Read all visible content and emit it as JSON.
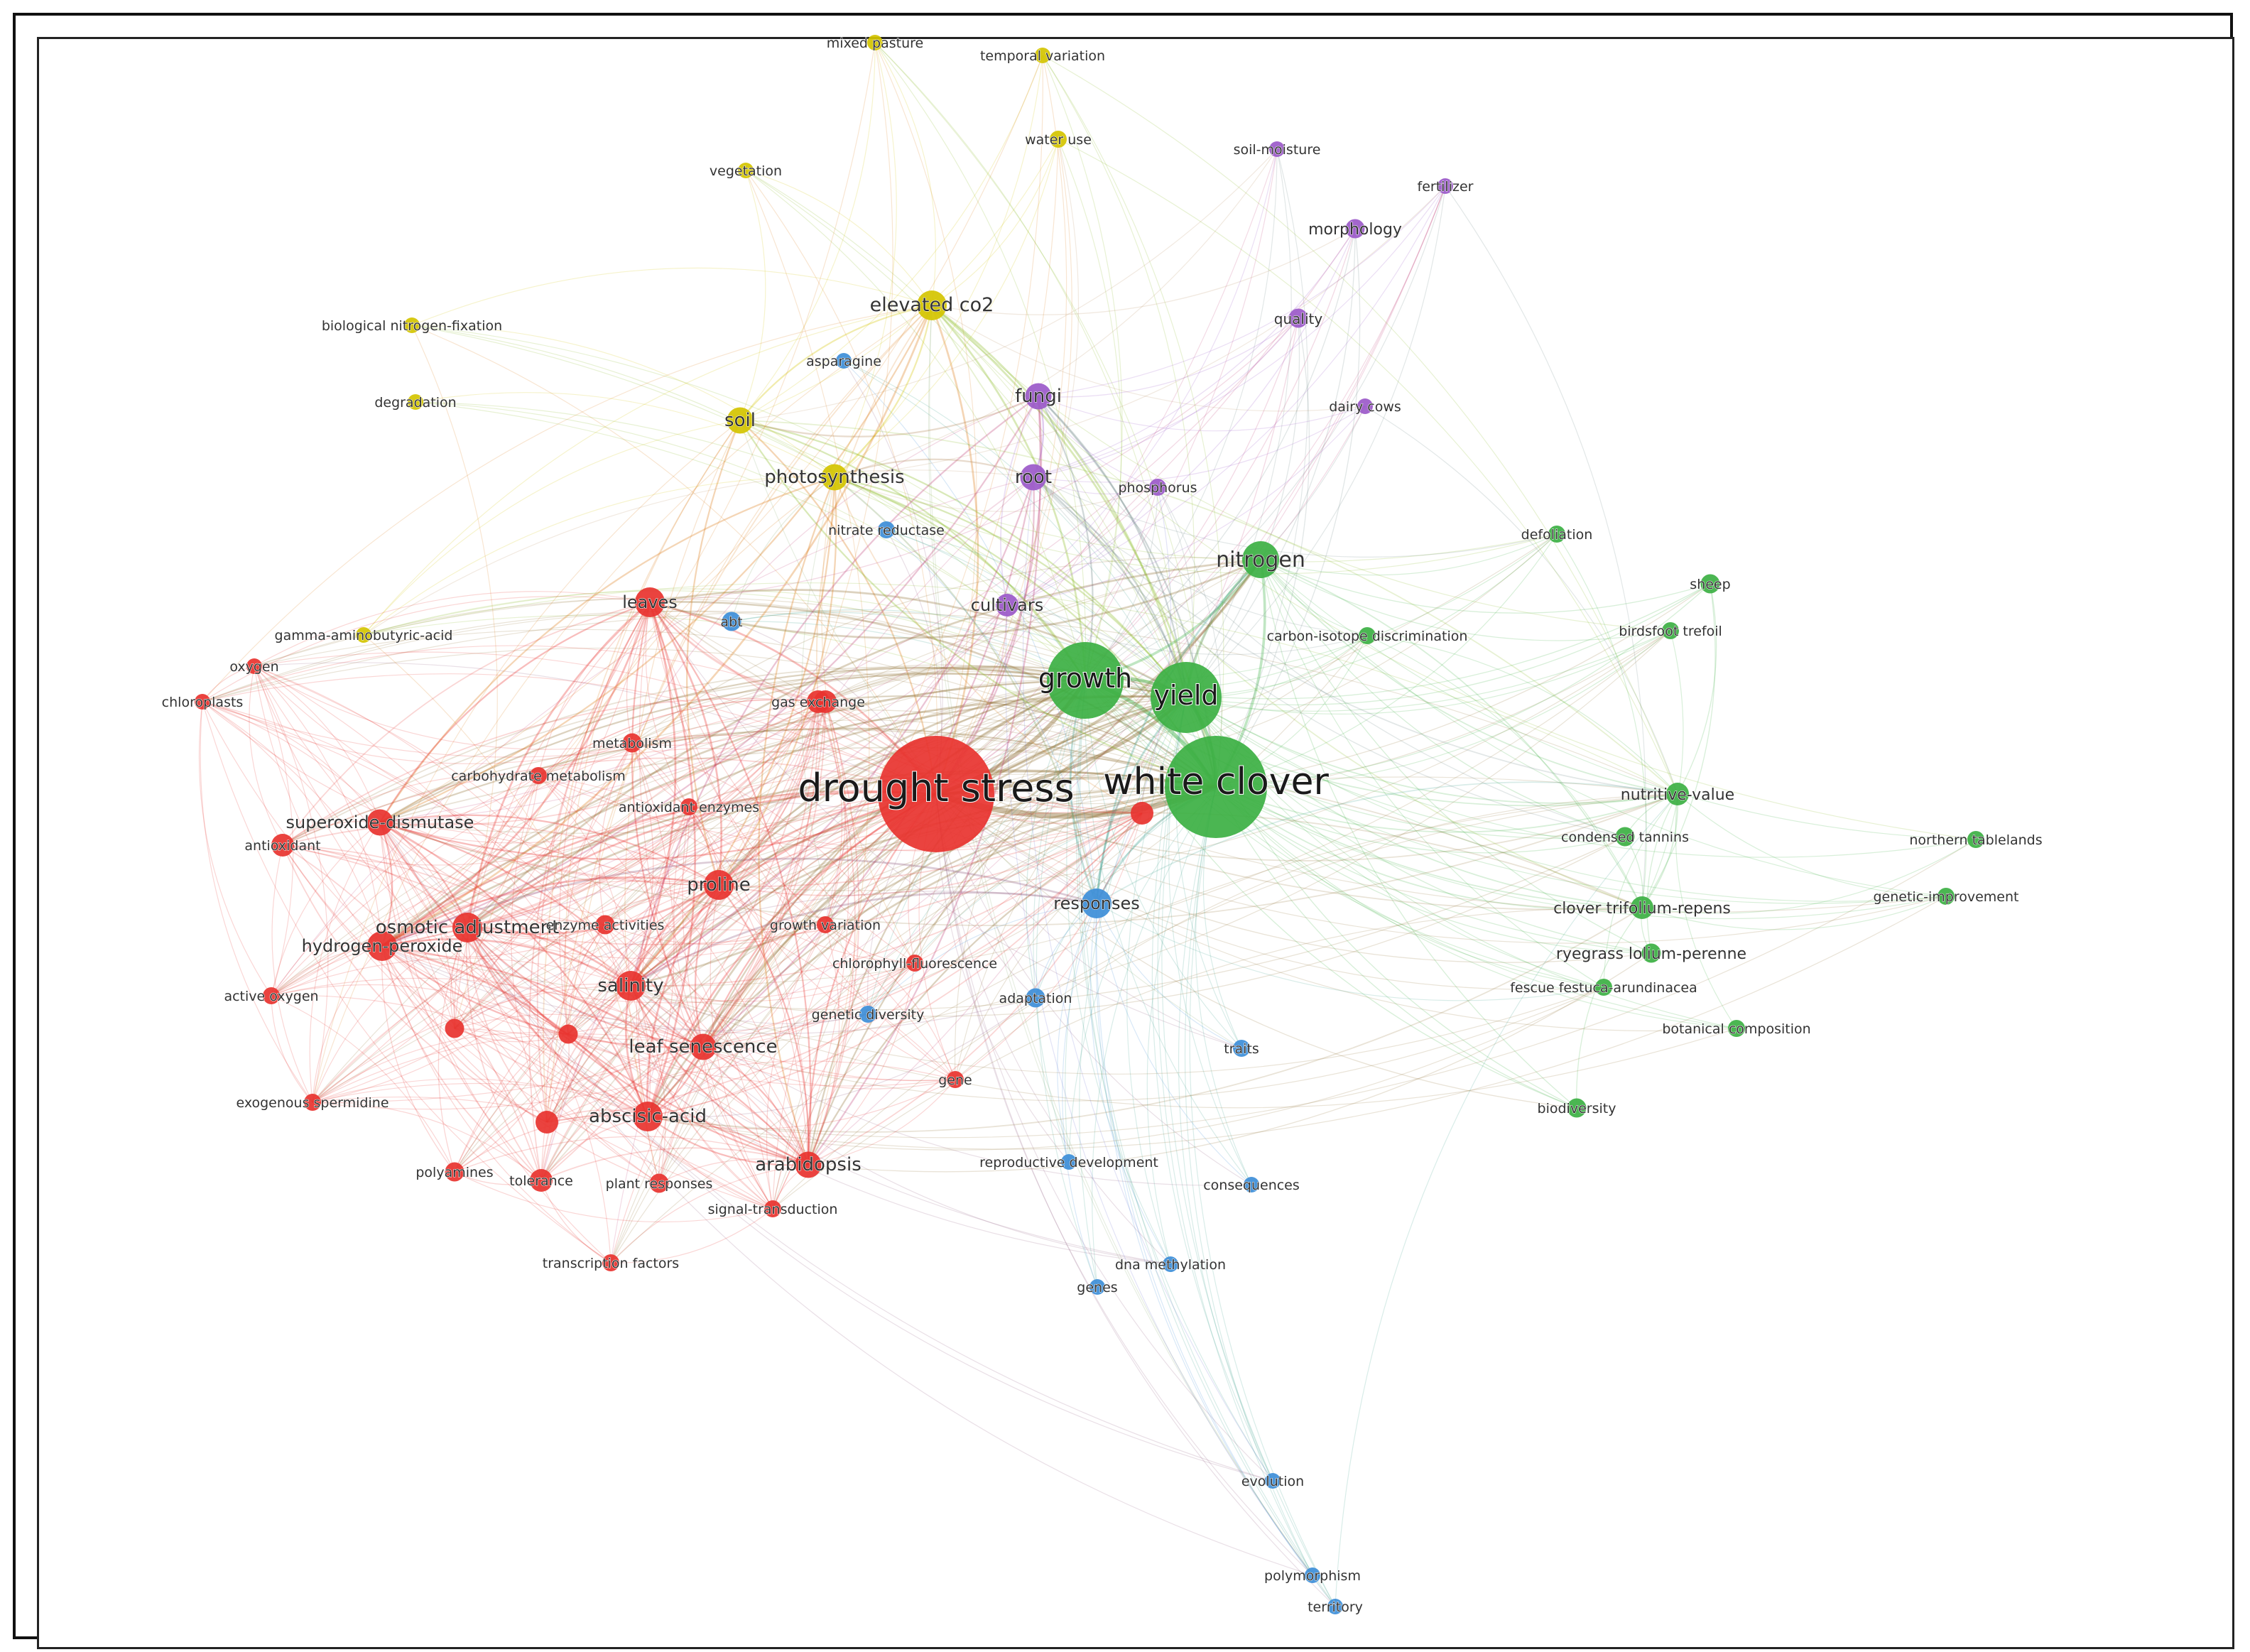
{
  "network": {
    "clusters": {
      "red": "#e8332f",
      "green": "#3cb043",
      "blue": "#3d8ed8",
      "yellow": "#d4c400",
      "purple": "#9b59c9"
    },
    "nodes": [
      {
        "id": "drought-stress",
        "label": "drought stress",
        "cluster": "red",
        "weight": 10
      },
      {
        "id": "white-clover",
        "label": "white clover",
        "cluster": "green",
        "weight": 9
      },
      {
        "id": "growth",
        "label": "growth",
        "cluster": "green",
        "weight": 6
      },
      {
        "id": "yield",
        "label": "yield",
        "cluster": "green",
        "weight": 5
      },
      {
        "id": "nitrogen",
        "label": "nitrogen",
        "cluster": "green",
        "weight": 4
      },
      {
        "id": "elevated-co2",
        "label": "elevated co2",
        "cluster": "yellow",
        "weight": 3
      },
      {
        "id": "soil",
        "label": "soil",
        "cluster": "yellow",
        "weight": 2.5
      },
      {
        "id": "photosynthesis",
        "label": "photosynthesis",
        "cluster": "yellow",
        "weight": 2.5
      },
      {
        "id": "fungi",
        "label": "fungi",
        "cluster": "purple",
        "weight": 2.5
      },
      {
        "id": "root",
        "label": "root",
        "cluster": "purple",
        "weight": 2.5
      },
      {
        "id": "morphology",
        "label": "morphology",
        "cluster": "purple",
        "weight": 1.5
      },
      {
        "id": "quality",
        "label": "quality",
        "cluster": "purple",
        "weight": 1.5
      },
      {
        "id": "fertilizer",
        "label": "fertilizer",
        "cluster": "purple",
        "weight": 1
      },
      {
        "id": "soil-moisture",
        "label": "soil-moisture",
        "cluster": "purple",
        "weight": 1
      },
      {
        "id": "dairy-cows",
        "label": "dairy cows",
        "cluster": "purple",
        "weight": 1
      },
      {
        "id": "phosphorus",
        "label": "phosphorus",
        "cluster": "purple",
        "weight": 1.2
      },
      {
        "id": "cultivars",
        "label": "cultivars",
        "cluster": "purple",
        "weight": 2
      },
      {
        "id": "mixed-pasture",
        "label": "mixed pasture",
        "cluster": "yellow",
        "weight": 1
      },
      {
        "id": "temporal-variation",
        "label": "temporal variation",
        "cluster": "yellow",
        "weight": 1
      },
      {
        "id": "water-use",
        "label": "water use",
        "cluster": "yellow",
        "weight": 1.2
      },
      {
        "id": "vegetation",
        "label": "vegetation",
        "cluster": "yellow",
        "weight": 1
      },
      {
        "id": "biological-nitrogen-fixation",
        "label": "biological nitrogen-fixation",
        "cluster": "yellow",
        "weight": 1
      },
      {
        "id": "degradation",
        "label": "degradation",
        "cluster": "yellow",
        "weight": 1
      },
      {
        "id": "gamma-aminobutyric-acid",
        "label": "gamma-aminobutyric-acid",
        "cluster": "yellow",
        "weight": 1
      },
      {
        "id": "asparagine",
        "label": "asparagine",
        "cluster": "blue",
        "weight": 1
      },
      {
        "id": "nitrate-reductase",
        "label": "nitrate reductase",
        "cluster": "blue",
        "weight": 1.2
      },
      {
        "id": "responses",
        "label": "responses",
        "cluster": "blue",
        "weight": 3
      },
      {
        "id": "adaptation",
        "label": "adaptation",
        "cluster": "blue",
        "weight": 1.5
      },
      {
        "id": "traits",
        "label": "traits",
        "cluster": "blue",
        "weight": 1.2
      },
      {
        "id": "genetic-diversity",
        "label": "genetic diversity",
        "cluster": "blue",
        "weight": 1.2
      },
      {
        "id": "reproductive-development",
        "label": "reproductive development",
        "cluster": "blue",
        "weight": 1
      },
      {
        "id": "consequences",
        "label": "consequences",
        "cluster": "blue",
        "weight": 1
      },
      {
        "id": "dna-methylation",
        "label": "dna methylation",
        "cluster": "blue",
        "weight": 1
      },
      {
        "id": "genes",
        "label": "genes",
        "cluster": "blue",
        "weight": 1
      },
      {
        "id": "evolution",
        "label": "evolution",
        "cluster": "blue",
        "weight": 1
      },
      {
        "id": "polymorphism",
        "label": "polymorphism",
        "cluster": "blue",
        "weight": 1
      },
      {
        "id": "territory",
        "label": "territory",
        "cluster": "blue",
        "weight": 1
      },
      {
        "id": "abt",
        "label": "abt",
        "cluster": "blue",
        "weight": 1.5
      },
      {
        "id": "leaves",
        "label": "leaves",
        "cluster": "red",
        "weight": 3
      },
      {
        "id": "oxygen",
        "label": "oxygen",
        "cluster": "red",
        "weight": 1
      },
      {
        "id": "chloroplasts",
        "label": "chloroplasts",
        "cluster": "red",
        "weight": 1
      },
      {
        "id": "gas-exchange",
        "label": "gas exchange",
        "cluster": "red",
        "weight": 2
      },
      {
        "id": "metabolism",
        "label": "metabolism",
        "cluster": "red",
        "weight": 1.5
      },
      {
        "id": "carbohydrate-metabolism",
        "label": "carbohydrate metabolism",
        "cluster": "red",
        "weight": 1.2
      },
      {
        "id": "antioxidant-enzymes",
        "label": "antioxidant enzymes",
        "cluster": "red",
        "weight": 1.2
      },
      {
        "id": "superoxide-dismutase",
        "label": "superoxide-dismutase",
        "cluster": "red",
        "weight": 2.5
      },
      {
        "id": "antioxidant",
        "label": "antioxidant",
        "cluster": "red",
        "weight": 2
      },
      {
        "id": "osmotic-adjustment",
        "label": "osmotic adjustment",
        "cluster": "red",
        "weight": 3
      },
      {
        "id": "proline",
        "label": "proline",
        "cluster": "red",
        "weight": 3
      },
      {
        "id": "enzyme-activities",
        "label": "enzyme activities",
        "cluster": "red",
        "weight": 1.5
      },
      {
        "id": "hydrogen-peroxide",
        "label": "hydrogen-peroxide",
        "cluster": "red",
        "weight": 3
      },
      {
        "id": "salinity",
        "label": "salinity",
        "cluster": "red",
        "weight": 3
      },
      {
        "id": "active-oxygen",
        "label": "active oxygen",
        "cluster": "red",
        "weight": 1.2
      },
      {
        "id": "leaf-senescence",
        "label": "leaf senescence",
        "cluster": "red",
        "weight": 2.5
      },
      {
        "id": "exogenous-spermidine",
        "label": "exogenous spermidine",
        "cluster": "red",
        "weight": 1.2
      },
      {
        "id": "abscisic-acid",
        "label": "abscisic-acid",
        "cluster": "red",
        "weight": 3
      },
      {
        "id": "arabidopsis",
        "label": "arabidopsis",
        "cluster": "red",
        "weight": 2.5
      },
      {
        "id": "polyamines",
        "label": "polyamines",
        "cluster": "red",
        "weight": 1.5
      },
      {
        "id": "tolerance",
        "label": "tolerance",
        "cluster": "red",
        "weight": 2
      },
      {
        "id": "plant-responses",
        "label": "plant responses",
        "cluster": "red",
        "weight": 1.5
      },
      {
        "id": "signal-transduction",
        "label": "signal-transduction",
        "cluster": "red",
        "weight": 1.2
      },
      {
        "id": "transcription-factors",
        "label": "transcription factors",
        "cluster": "red",
        "weight": 1.2
      },
      {
        "id": "growth-variation",
        "label": "growth variation",
        "cluster": "red",
        "weight": 1.2
      },
      {
        "id": "chlorophyll-fluorescence",
        "label": "chlorophyll-fluorescence",
        "cluster": "red",
        "weight": 1.2
      },
      {
        "id": "gene",
        "label": "gene",
        "cluster": "red",
        "weight": 1.2
      },
      {
        "id": "red-hub-a",
        "label": "",
        "cluster": "red",
        "weight": 2
      },
      {
        "id": "red-hub-b",
        "label": "",
        "cluster": "red",
        "weight": 1.5
      },
      {
        "id": "red-hub-c",
        "label": "",
        "cluster": "red",
        "weight": 1.5
      },
      {
        "id": "red-hub-d",
        "label": "",
        "cluster": "red",
        "weight": 2
      },
      {
        "id": "red-hub-e",
        "label": "",
        "cluster": "red",
        "weight": 2
      },
      {
        "id": "defoliation",
        "label": "defoliation",
        "cluster": "green",
        "weight": 1.2
      },
      {
        "id": "sheep",
        "label": "sheep",
        "cluster": "green",
        "weight": 1.5
      },
      {
        "id": "birdsfoot-trefoil",
        "label": "birdsfoot trefoil",
        "cluster": "green",
        "weight": 1.2
      },
      {
        "id": "carbon-isotope-discrimination",
        "label": "carbon-isotope discrimination",
        "cluster": "green",
        "weight": 1.2
      },
      {
        "id": "nutritive-value",
        "label": "nutritive-value",
        "cluster": "green",
        "weight": 2
      },
      {
        "id": "condensed-tannins",
        "label": "condensed tannins",
        "cluster": "green",
        "weight": 1.5
      },
      {
        "id": "northern-tablelands",
        "label": "northern tablelands",
        "cluster": "green",
        "weight": 1.2
      },
      {
        "id": "clover-trifolium-repens",
        "label": "clover trifolium-repens",
        "cluster": "green",
        "weight": 2
      },
      {
        "id": "genetic-improvement",
        "label": "genetic-improvement",
        "cluster": "green",
        "weight": 1.2
      },
      {
        "id": "ryegrass-lolium-perenne",
        "label": "ryegrass lolium-perenne",
        "cluster": "green",
        "weight": 1.5
      },
      {
        "id": "fescue-festuca-arundinacea",
        "label": "fescue festuca-arundinacea",
        "cluster": "green",
        "weight": 1.2
      },
      {
        "id": "botanical-composition",
        "label": "botanical composition",
        "cluster": "green",
        "weight": 1.2
      },
      {
        "id": "biodiversity",
        "label": "biodiversity",
        "cluster": "green",
        "weight": 1.5
      }
    ]
  }
}
